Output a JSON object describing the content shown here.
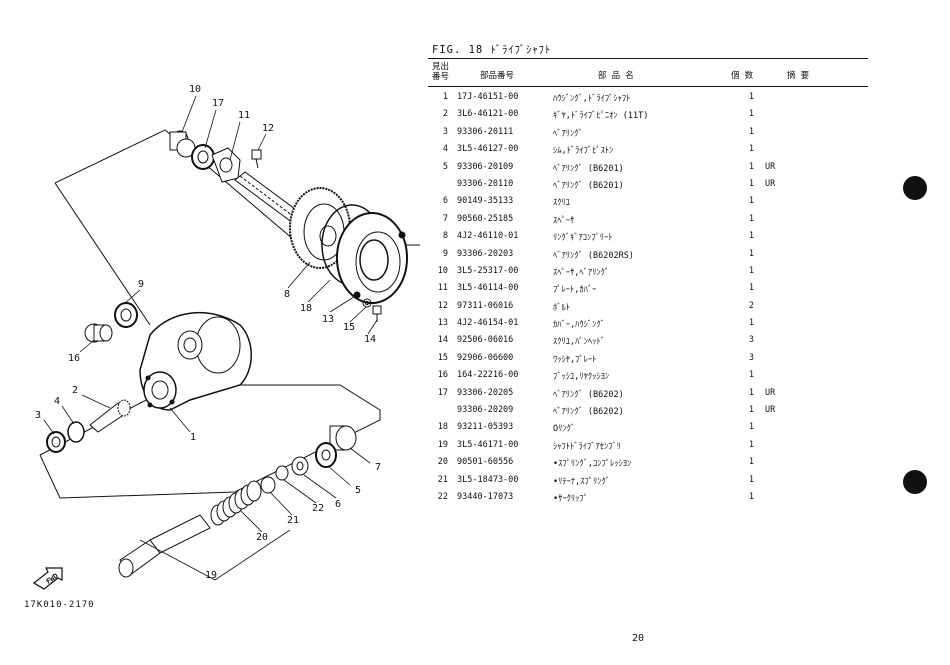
{
  "fig_title": "FIG. 18 ﾄﾞﾗｲﾌﾞｼｬﾌﾄ",
  "headers": {
    "no_line1": "見出",
    "no_line2": "番号",
    "part_no": "部品番号",
    "part_name": "部 品 名",
    "qty": "個 数",
    "remarks": "摘 要"
  },
  "rows": [
    {
      "no": "1",
      "part": "17J-46151-00",
      "name": "ﾊｳｼﾞﾝｸﾞ,ﾄﾞﾗｲﾌﾞｼｬﾌﾄ",
      "qty": "1",
      "rem": ""
    },
    {
      "no": "2",
      "part": "3L6-46121-00",
      "name": "ｷﾞﾔ,ﾄﾞﾗｲﾌﾞﾋﾟﾆｵﾝ (11T)",
      "qty": "1",
      "rem": ""
    },
    {
      "no": "3",
      "part": "93306-20111",
      "name": "ﾍﾞｱﾘﾝｸﾞ",
      "qty": "1",
      "rem": ""
    },
    {
      "no": "4",
      "part": "3L5-46127-00",
      "name": "ｼﾑ,ﾄﾞﾗｲﾌﾞﾋﾟｽﾄﾝ",
      "qty": "1",
      "rem": ""
    },
    {
      "no": "5",
      "part": "93306-20109",
      "name": "ﾍﾞｱﾘﾝｸﾞ (B6201)",
      "qty": "1",
      "rem": "UR"
    },
    {
      "no": "",
      "part": "93306-20110",
      "name": "ﾍﾞｱﾘﾝｸﾞ (B6201)",
      "qty": "1",
      "rem": "UR"
    },
    {
      "no": "6",
      "part": "90149-35133",
      "name": "ｽｸﾘﾕ",
      "qty": "1",
      "rem": ""
    },
    {
      "no": "7",
      "part": "90560-25185",
      "name": "ｽﾍﾟｰｻ",
      "qty": "1",
      "rem": ""
    },
    {
      "no": "8",
      "part": "4J2-46110-01",
      "name": "ﾘﾝｸﾞｷﾞｱｺﾝﾌﾟﾘｰﾄ",
      "qty": "1",
      "rem": ""
    },
    {
      "no": "9",
      "part": "93306-20203",
      "name": "ﾍﾞｱﾘﾝｸﾞ (B6202RS)",
      "qty": "1",
      "rem": ""
    },
    {
      "no": "10",
      "part": "3L5-25317-00",
      "name": "ｽﾍﾟｰｻ,ﾍﾞｱﾘﾝｸﾞ",
      "qty": "1",
      "rem": ""
    },
    {
      "no": "11",
      "part": "3L5-46114-00",
      "name": "ﾌﾟﾚｰﾄ,ｶﾊﾞｰ",
      "qty": "1",
      "rem": ""
    },
    {
      "no": "12",
      "part": "97311-06016",
      "name": "ﾎﾞﾙﾄ",
      "qty": "2",
      "rem": ""
    },
    {
      "no": "13",
      "part": "4J2-46154-01",
      "name": "ｶﾊﾞｰ,ﾊｳｼﾞﾝｸﾞ",
      "qty": "1",
      "rem": ""
    },
    {
      "no": "14",
      "part": "92506-06016",
      "name": "ｽｸﾘﾕ,ﾊﾟﾝﾍｯﾄﾞ",
      "qty": "3",
      "rem": ""
    },
    {
      "no": "15",
      "part": "92906-06600",
      "name": "ﾜｯｼﾔ,ﾌﾟﾚｰﾄ",
      "qty": "3",
      "rem": ""
    },
    {
      "no": "16",
      "part": "164-22216-00",
      "name": "ﾌﾞｯｼﾕ,ﾘﾔｸｯｼﾖﾝ",
      "qty": "1",
      "rem": ""
    },
    {
      "no": "17",
      "part": "93306-20205",
      "name": "ﾍﾞｱﾘﾝｸﾞ (B6202)",
      "qty": "1",
      "rem": "UR"
    },
    {
      "no": "",
      "part": "93306-20209",
      "name": "ﾍﾞｱﾘﾝｸﾞ (B6202)",
      "qty": "1",
      "rem": "UR"
    },
    {
      "no": "18",
      "part": "93211-05393",
      "name": "Oﾘﾝｸﾞ",
      "qty": "1",
      "rem": ""
    },
    {
      "no": "19",
      "part": "3L5-46171-00",
      "name": "ｼｬﾌﾄﾄﾞﾗｲﾌﾞｱｾﾝﾌﾞﾘ",
      "qty": "1",
      "rem": ""
    },
    {
      "no": "20",
      "part": "90501-60556",
      "name": "•ｽﾌﾟﾘﾝｸﾞ,ｺﾝﾌﾟﾚｯｼﾖﾝ",
      "qty": "1",
      "rem": ""
    },
    {
      "no": "21",
      "part": "3L5-18473-00",
      "name": "•ﾘﾃｰﾅ,ｽﾌﾟﾘﾝｸﾞ",
      "qty": "1",
      "rem": ""
    },
    {
      "no": "22",
      "part": "93440-17073",
      "name": "•ｻｰｸﾘｯﾌﾟ",
      "qty": "1",
      "rem": ""
    }
  ],
  "callouts": [
    "1",
    "2",
    "3",
    "4",
    "5",
    "6",
    "7",
    "8",
    "9",
    "10",
    "11",
    "12",
    "13",
    "14",
    "15",
    "16",
    "17",
    "18",
    "19",
    "20",
    "21",
    "22"
  ],
  "fwd_label": "FWD",
  "diagram_code": "17K010-2170",
  "page_number": "20"
}
